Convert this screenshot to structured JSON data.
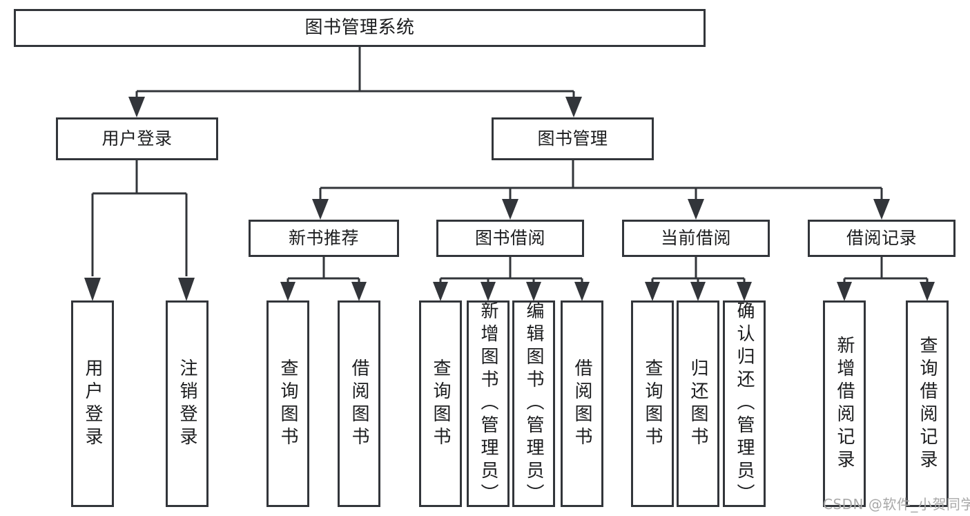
{
  "diagram": {
    "type": "tree-hierarchy-chart",
    "title": "图书管理系统",
    "colors": {
      "box_border": "#32353a",
      "box_fill": "#ffffff",
      "connector": "#32353a",
      "text": "#1b1c1e",
      "watermark": "#a8a8a8",
      "background": "#ffffff"
    },
    "root": {
      "label": "图书管理系统"
    },
    "level1": [
      {
        "label": "用户登录"
      },
      {
        "label": "图书管理"
      }
    ],
    "level2": [
      {
        "label": "新书推荐"
      },
      {
        "label": "图书借阅"
      },
      {
        "label": "当前借阅"
      },
      {
        "label": "借阅记录"
      }
    ],
    "leaves": {
      "user_login": [
        {
          "label": "用户登录"
        },
        {
          "label": "注销登录"
        }
      ],
      "new_book_recommend": [
        {
          "label": "查询图书"
        },
        {
          "label": "借阅图书"
        }
      ],
      "book_borrow": [
        {
          "label": "查询图书"
        },
        {
          "label": "新增图书（管理员）"
        },
        {
          "label": "编辑图书（管理员）"
        },
        {
          "label": "借阅图书"
        }
      ],
      "current_borrow": [
        {
          "label": "查询图书"
        },
        {
          "label": "归还图书"
        },
        {
          "label": "确认归还（管理员）"
        }
      ],
      "borrow_records": [
        {
          "label": "新增借阅记录"
        },
        {
          "label": "查询借阅记录"
        }
      ]
    }
  },
  "watermark": {
    "text": "CSDN @软件_小贺同学"
  }
}
